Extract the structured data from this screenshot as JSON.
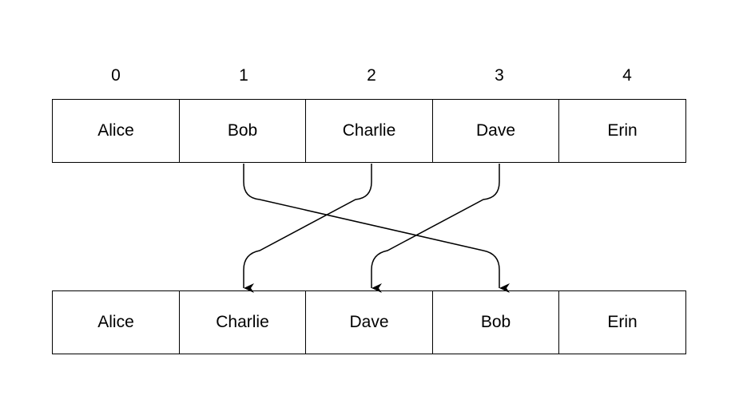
{
  "indices": [
    "0",
    "1",
    "2",
    "3",
    "4"
  ],
  "top_array": [
    "Alice",
    "Bob",
    "Charlie",
    "Dave",
    "Erin"
  ],
  "bottom_array": [
    "Alice",
    "Charlie",
    "Dave",
    "Bob",
    "Erin"
  ],
  "moves": [
    {
      "from": 1,
      "to": 3
    },
    {
      "from": 2,
      "to": 1
    },
    {
      "from": 3,
      "to": 2
    }
  ],
  "colors": {
    "line": "#000000",
    "background": "#ffffff"
  }
}
